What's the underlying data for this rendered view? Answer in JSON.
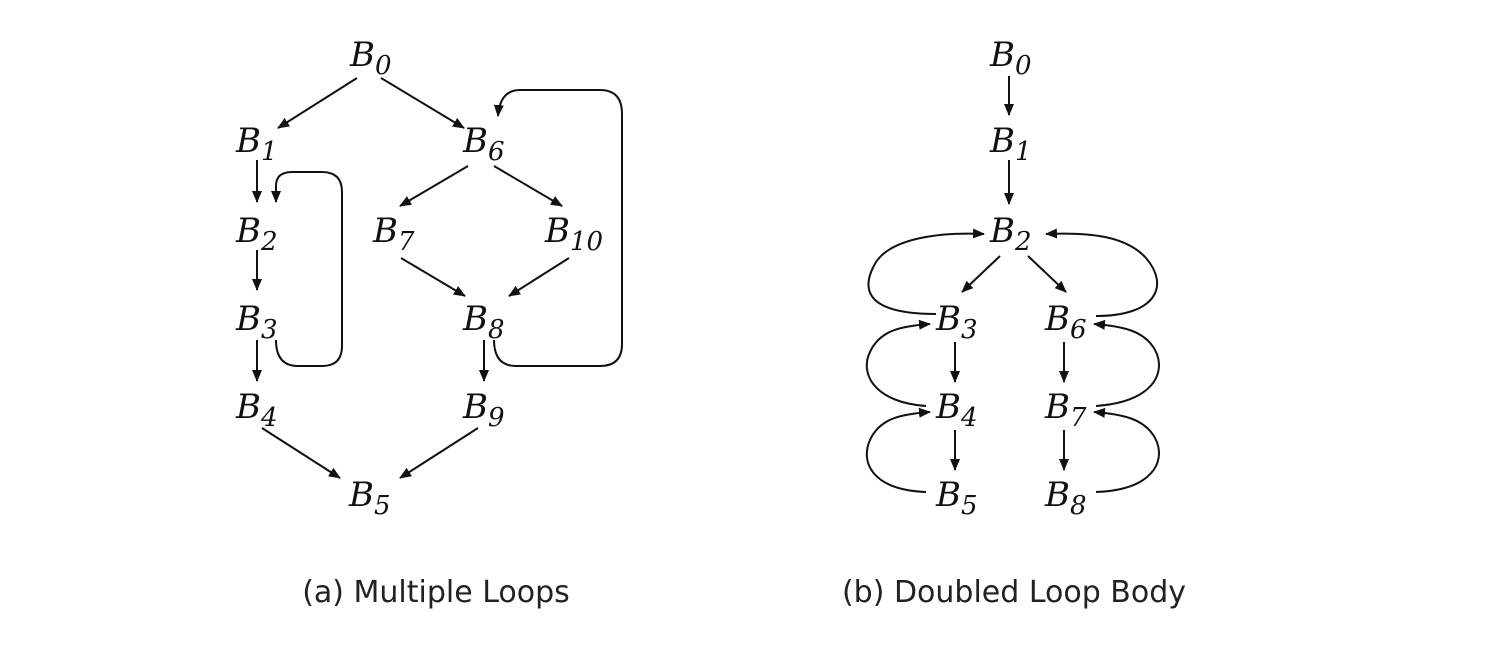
{
  "diagrams": [
    {
      "caption": "(a) Multiple Loops",
      "nodes": [
        {
          "id": "a0",
          "base": "B",
          "sub": "0"
        },
        {
          "id": "a1",
          "base": "B",
          "sub": "1"
        },
        {
          "id": "a2",
          "base": "B",
          "sub": "2"
        },
        {
          "id": "a3",
          "base": "B",
          "sub": "3"
        },
        {
          "id": "a4",
          "base": "B",
          "sub": "4"
        },
        {
          "id": "a5",
          "base": "B",
          "sub": "5"
        },
        {
          "id": "a6",
          "base": "B",
          "sub": "6"
        },
        {
          "id": "a7",
          "base": "B",
          "sub": "7"
        },
        {
          "id": "a8",
          "base": "B",
          "sub": "8"
        },
        {
          "id": "a9",
          "base": "B",
          "sub": "9"
        },
        {
          "id": "a10",
          "base": "B",
          "sub": "10"
        }
      ],
      "edges": [
        [
          "a0",
          "a1"
        ],
        [
          "a0",
          "a6"
        ],
        [
          "a1",
          "a2"
        ],
        [
          "a2",
          "a3"
        ],
        [
          "a3",
          "a2"
        ],
        [
          "a3",
          "a4"
        ],
        [
          "a4",
          "a5"
        ],
        [
          "a6",
          "a7"
        ],
        [
          "a6",
          "a10"
        ],
        [
          "a7",
          "a8"
        ],
        [
          "a10",
          "a8"
        ],
        [
          "a8",
          "a6"
        ],
        [
          "a8",
          "a9"
        ],
        [
          "a9",
          "a5"
        ]
      ]
    },
    {
      "caption": "(b) Doubled Loop Body",
      "nodes": [
        {
          "id": "b0",
          "base": "B",
          "sub": "0"
        },
        {
          "id": "b1",
          "base": "B",
          "sub": "1"
        },
        {
          "id": "b2",
          "base": "B",
          "sub": "2"
        },
        {
          "id": "b3",
          "base": "B",
          "sub": "3"
        },
        {
          "id": "b4",
          "base": "B",
          "sub": "4"
        },
        {
          "id": "b5",
          "base": "B",
          "sub": "5"
        },
        {
          "id": "b6",
          "base": "B",
          "sub": "6"
        },
        {
          "id": "b7",
          "base": "B",
          "sub": "7"
        },
        {
          "id": "b8",
          "base": "B",
          "sub": "8"
        }
      ],
      "edges": [
        [
          "b0",
          "b1"
        ],
        [
          "b1",
          "b2"
        ],
        [
          "b2",
          "b3"
        ],
        [
          "b2",
          "b6"
        ],
        [
          "b3",
          "b4"
        ],
        [
          "b4",
          "b5"
        ],
        [
          "b6",
          "b7"
        ],
        [
          "b7",
          "b8"
        ],
        [
          "b3",
          "b2"
        ],
        [
          "b6",
          "b2"
        ],
        [
          "b4",
          "b3"
        ],
        [
          "b5",
          "b4"
        ],
        [
          "b7",
          "b6"
        ],
        [
          "b8",
          "b7"
        ]
      ]
    }
  ]
}
